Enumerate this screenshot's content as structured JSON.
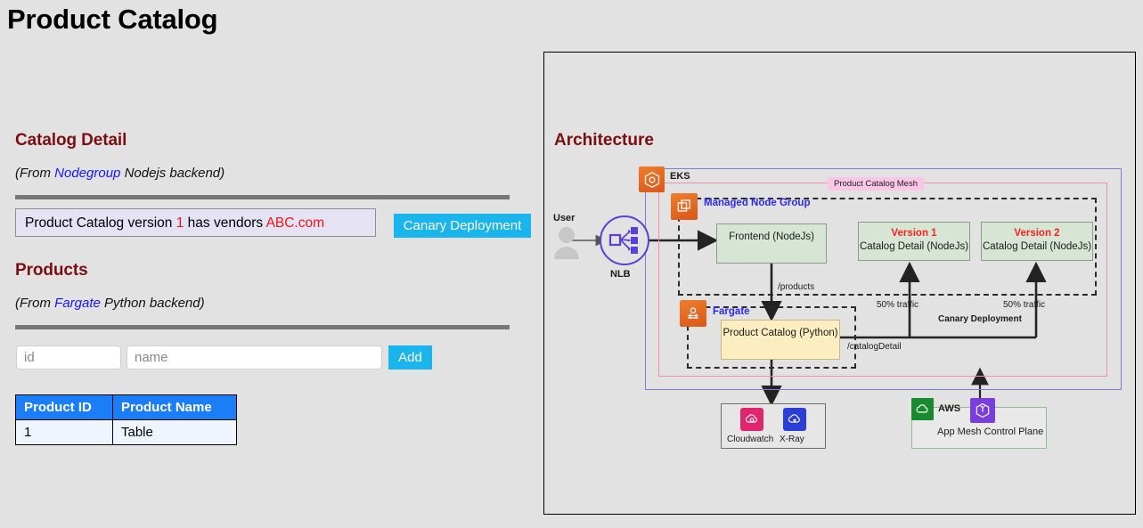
{
  "page": {
    "title": "Product Catalog"
  },
  "catalog_detail": {
    "heading": "Catalog Detail",
    "source_note_prefix": "(From ",
    "source_link": "Nodegroup",
    "source_note_suffix": " Nodejs backend)",
    "message_prefix": "Product Catalog version ",
    "message_version": "1",
    "message_mid": " has vendors ",
    "message_vendor": "ABC.com",
    "canary_button": "Canary Deployment"
  },
  "products": {
    "heading": "Products",
    "source_note_prefix": "(From ",
    "source_link": "Fargate",
    "source_note_suffix": " Python backend)",
    "id_placeholder": "id",
    "name_placeholder": "name",
    "id_value": "",
    "name_value": "",
    "add_button": "Add",
    "table": {
      "columns": [
        "Product ID",
        "Product Name"
      ],
      "rows": [
        [
          "1",
          "Table"
        ]
      ]
    }
  },
  "architecture": {
    "heading": "Architecture",
    "user_label": "User",
    "nlb_label": "NLB",
    "eks_label": "EKS",
    "mesh_label": "Product Catalog Mesh",
    "managed_node_group_label": "Managed Node Group",
    "fargate_label": "Fargate",
    "frontend_box": "Frontend (NodeJs)",
    "version1_title": "Version 1",
    "version1_box": "Catalog Detail (NodeJs)",
    "version2_title": "Version 2",
    "version2_box": "Catalog Detail (NodeJs)",
    "product_catalog_box": "Product Catalog (Python)",
    "products_route": "/products",
    "catalog_detail_route": "/catalogDetail",
    "traffic_left": "50% traffic",
    "traffic_right": "50% traffic",
    "canary_label": "Canary Deployment",
    "cloudwatch_label": "Cloudwatch",
    "xray_label": "X-Ray",
    "aws_label": "AWS",
    "app_mesh_label": "App Mesh Control Plane"
  },
  "colors": {
    "heading": "#7b0f10",
    "accent_blue": "#19b5ec",
    "table_header": "#1b7ef7",
    "link": "#1414ff",
    "red": "#f41313"
  }
}
